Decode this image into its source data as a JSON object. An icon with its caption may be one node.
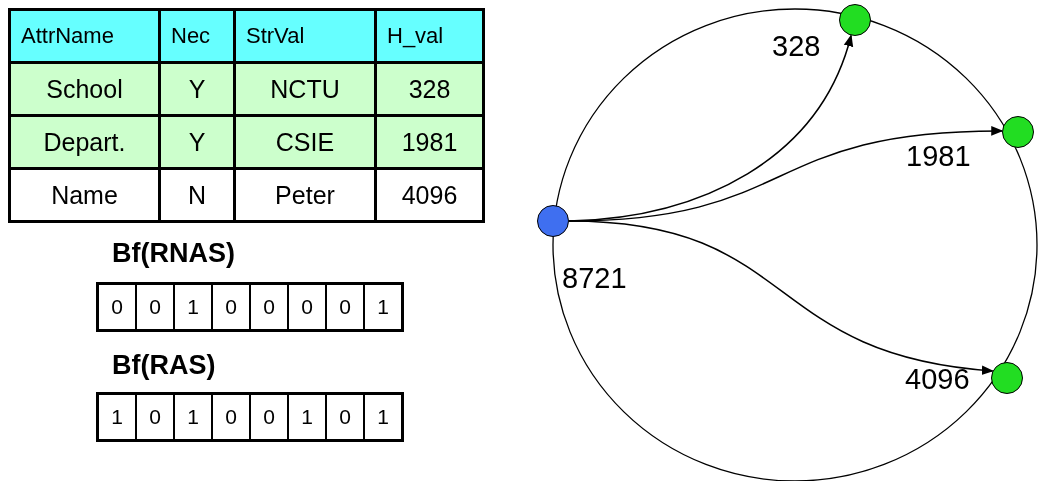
{
  "diagram": {
    "nodes": [
      {
        "text": [],
        "shape": "circle",
        "beside": [
          "8721"
        ]
      },
      {
        "text": [],
        "shape": "circle",
        "beside": [
          "328"
        ]
      },
      {
        "text": [],
        "shape": "circle",
        "beside": [
          "1981"
        ]
      },
      {
        "text": [],
        "shape": "circle",
        "beside": [
          "4096"
        ]
      }
    ],
    "edges": [
      {
        "from": 0,
        "to": 1,
        "arrow": "to"
      },
      {
        "from": 0,
        "to": 2,
        "arrow": "to"
      },
      {
        "from": 0,
        "to": 3,
        "arrow": "to"
      }
    ],
    "labels": [
      "AttrName",
      "Nec",
      "StrVal",
      "H_val",
      "School",
      "Y",
      "NCTU",
      "328",
      "Depart.",
      "Y",
      "CSIE",
      "1981",
      "Name",
      "N",
      "Peter",
      "4096",
      "Bf(RNAS)",
      "0",
      "0",
      "1",
      "0",
      "0",
      "0",
      "0",
      "1",
      "Bf(RAS)",
      "1",
      "0",
      "1",
      "0",
      "0",
      "1",
      "0",
      "1"
    ]
  }
}
